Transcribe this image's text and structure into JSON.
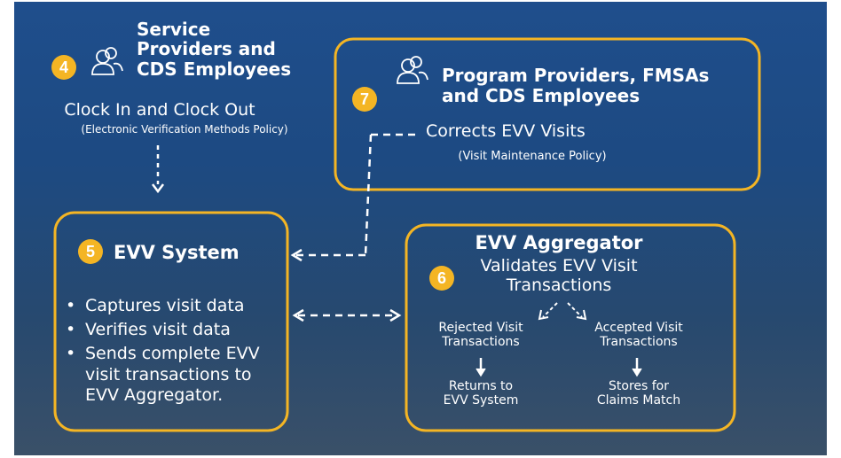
{
  "top_left": {
    "badge": "4",
    "title_line1": "Service",
    "title_line2": "Providers and",
    "title_line3": "CDS Employees",
    "action": "Clock In and Clock Out",
    "policy": "(Electronic Verification Methods Policy)"
  },
  "top_right": {
    "badge": "7",
    "title_line1": "Program Providers, FMSAs",
    "title_line2": "and CDS Employees",
    "action": "Corrects EVV Visits",
    "policy": "(Visit Maintenance Policy)"
  },
  "evv_system": {
    "badge": "5",
    "title": "EVV System",
    "bullets": [
      "Captures visit data",
      "Verifies visit data",
      "Sends complete EVV visit transactions to EVV Aggregator."
    ]
  },
  "evv_aggregator": {
    "badge": "6",
    "title": "EVV Aggregator",
    "subtitle_line1": "Validates EVV Visit",
    "subtitle_line2": "Transactions",
    "rejected_line1": "Rejected Visit",
    "rejected_line2": "Transactions",
    "rejected_result_line1": "Returns to",
    "rejected_result_line2": "EVV System",
    "accepted_line1": "Accepted Visit",
    "accepted_line2": "Transactions",
    "accepted_result_line1": "Stores for",
    "accepted_result_line2": "Claims Match"
  },
  "colors": {
    "accent": "#f4b524",
    "background_top": "#1f4e8c",
    "background_bottom": "#3a5068",
    "text": "#ffffff"
  },
  "icons": [
    "person-group-icon",
    "person-group-icon"
  ]
}
